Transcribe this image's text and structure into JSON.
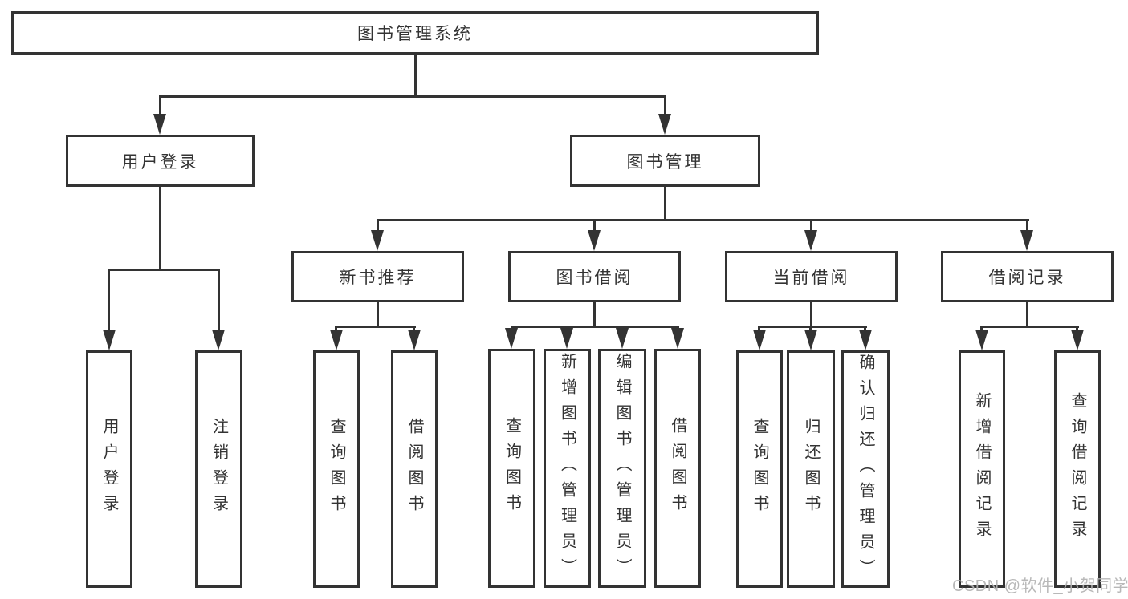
{
  "diagram": {
    "root": {
      "label": "图书管理系统"
    },
    "level1": [
      {
        "label": "用户登录"
      },
      {
        "label": "图书管理"
      }
    ],
    "level2": [
      {
        "label": "新书推荐"
      },
      {
        "label": "图书借阅"
      },
      {
        "label": "当前借阅"
      },
      {
        "label": "借阅记录"
      }
    ],
    "leaves": {
      "user_login": [
        "用户登录",
        "注销登录"
      ],
      "new_book": [
        "查询图书",
        "借阅图书"
      ],
      "book_borrow": [
        "查询图书",
        "新增图书（管理员）",
        "编辑图书（管理员）",
        "借阅图书"
      ],
      "current_borrow": [
        "查询图书",
        "归还图书",
        "确认归还（管理员）"
      ],
      "borrow_record": [
        "新增借阅记录",
        "查询借阅记录"
      ]
    }
  },
  "watermark": {
    "text": "CSDN @软件_小贺同学"
  },
  "colors": {
    "line": "#333333",
    "text": "#333333",
    "background": "#ffffff",
    "watermark": "#b3b3b3"
  }
}
